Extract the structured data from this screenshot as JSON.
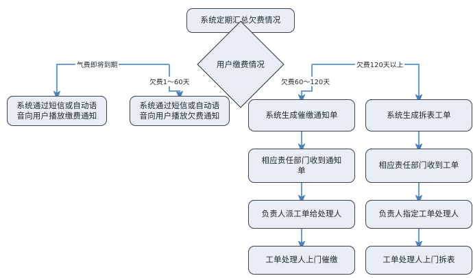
{
  "diagram": {
    "title_node": {
      "label": "系统定期汇总欠费情况"
    },
    "decision": {
      "label": "用户缴费情况"
    },
    "edge_labels": [
      {
        "id": "branch-1",
        "text": "气费即将到期"
      },
      {
        "id": "branch-2",
        "text": "欠费1～60天"
      },
      {
        "id": "branch-3",
        "text": "欠费60～120天"
      },
      {
        "id": "branch-4",
        "text": "欠费120天以上"
      }
    ],
    "columns": [
      {
        "id": "col-1",
        "nodes": [
          {
            "id": "c1n1",
            "lines": [
              "系统通过短信或自动语",
              "音向用户播放缴费通知"
            ]
          }
        ]
      },
      {
        "id": "col-2",
        "nodes": [
          {
            "id": "c2n1",
            "lines": [
              "系统通过短信或自动语",
              "音向用户播放欠费通知"
            ]
          }
        ]
      },
      {
        "id": "col-3",
        "nodes": [
          {
            "id": "c3n1",
            "lines": [
              "系统生成催缴通知单"
            ]
          },
          {
            "id": "c3n2",
            "lines": [
              "相应责任部门收到通知",
              "单"
            ]
          },
          {
            "id": "c3n3",
            "lines": [
              "负责人派工单给处理人"
            ]
          },
          {
            "id": "c3n4",
            "lines": [
              "工单处理人上门催缴"
            ]
          }
        ]
      },
      {
        "id": "col-4",
        "nodes": [
          {
            "id": "c4n1",
            "lines": [
              "系统生成拆表工单"
            ]
          },
          {
            "id": "c4n2",
            "lines": [
              "相应责任部门收到工单"
            ]
          },
          {
            "id": "c4n3",
            "lines": [
              "负责人指定工单处理人"
            ]
          },
          {
            "id": "c4n4",
            "lines": [
              "工单处理人上门拆表"
            ]
          }
        ]
      }
    ],
    "colors": {
      "node_fill": "#e9eef6",
      "node_border": "#3c414c",
      "connector": "#5b8fc7",
      "text": "#1c2430",
      "background": "#ffffff"
    }
  }
}
